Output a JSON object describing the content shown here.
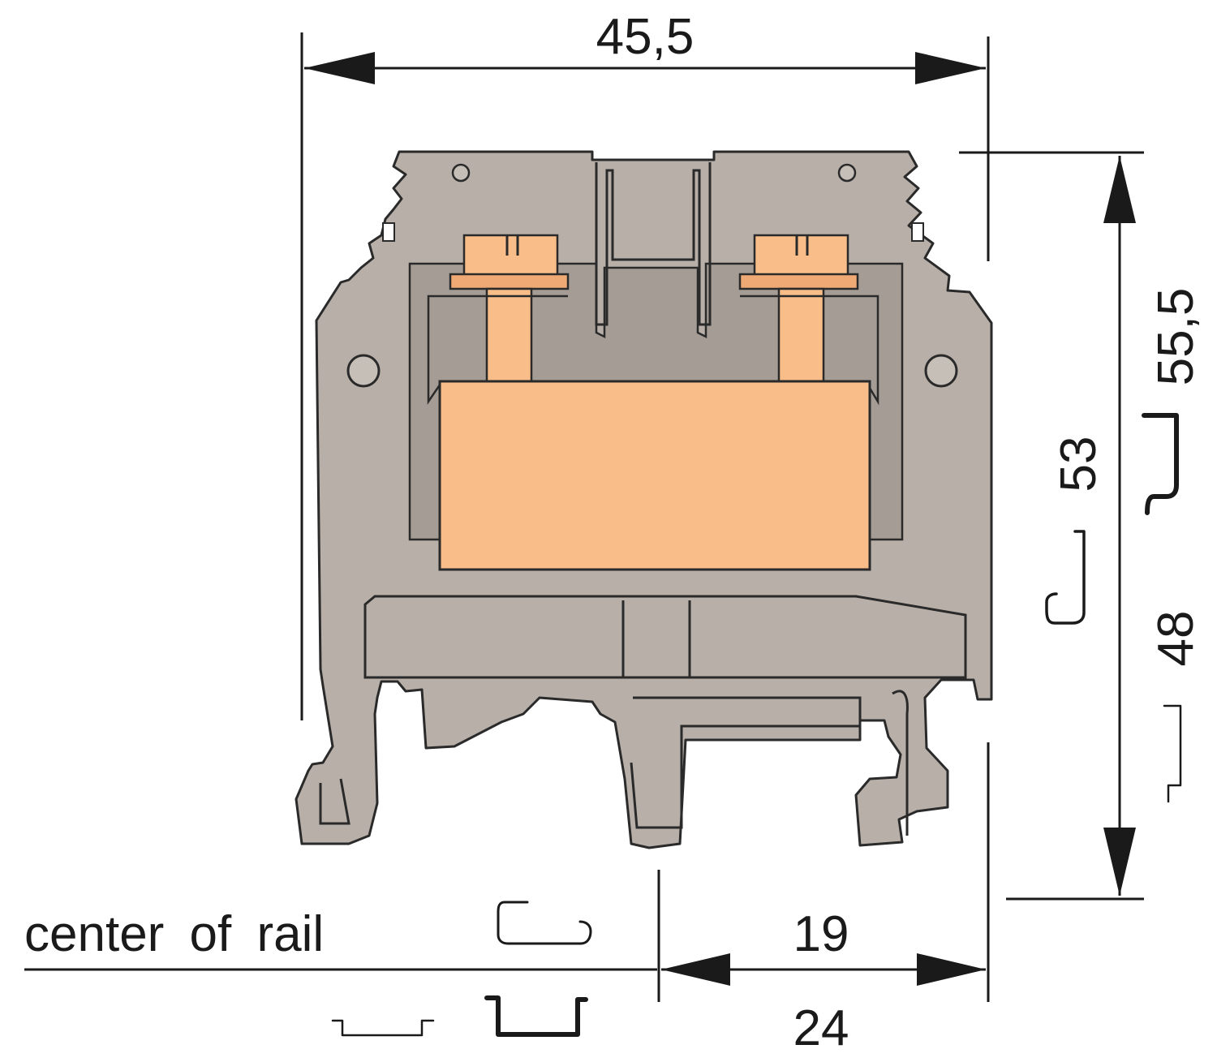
{
  "dimensions": {
    "overall_width": "45,5",
    "height_max": "55,5",
    "height_mid": "53",
    "height_min": "48",
    "offset_short": "19",
    "offset_long": "24"
  },
  "labels": {
    "rail_center": "center of rail"
  },
  "colors": {
    "housing": "#b7afa8",
    "housing_dark": "#a49c95",
    "terminal": "#f8bd88",
    "terminal_dark": "#efa974",
    "outline": "#2a2a2a",
    "line": "#1a1a1a"
  }
}
